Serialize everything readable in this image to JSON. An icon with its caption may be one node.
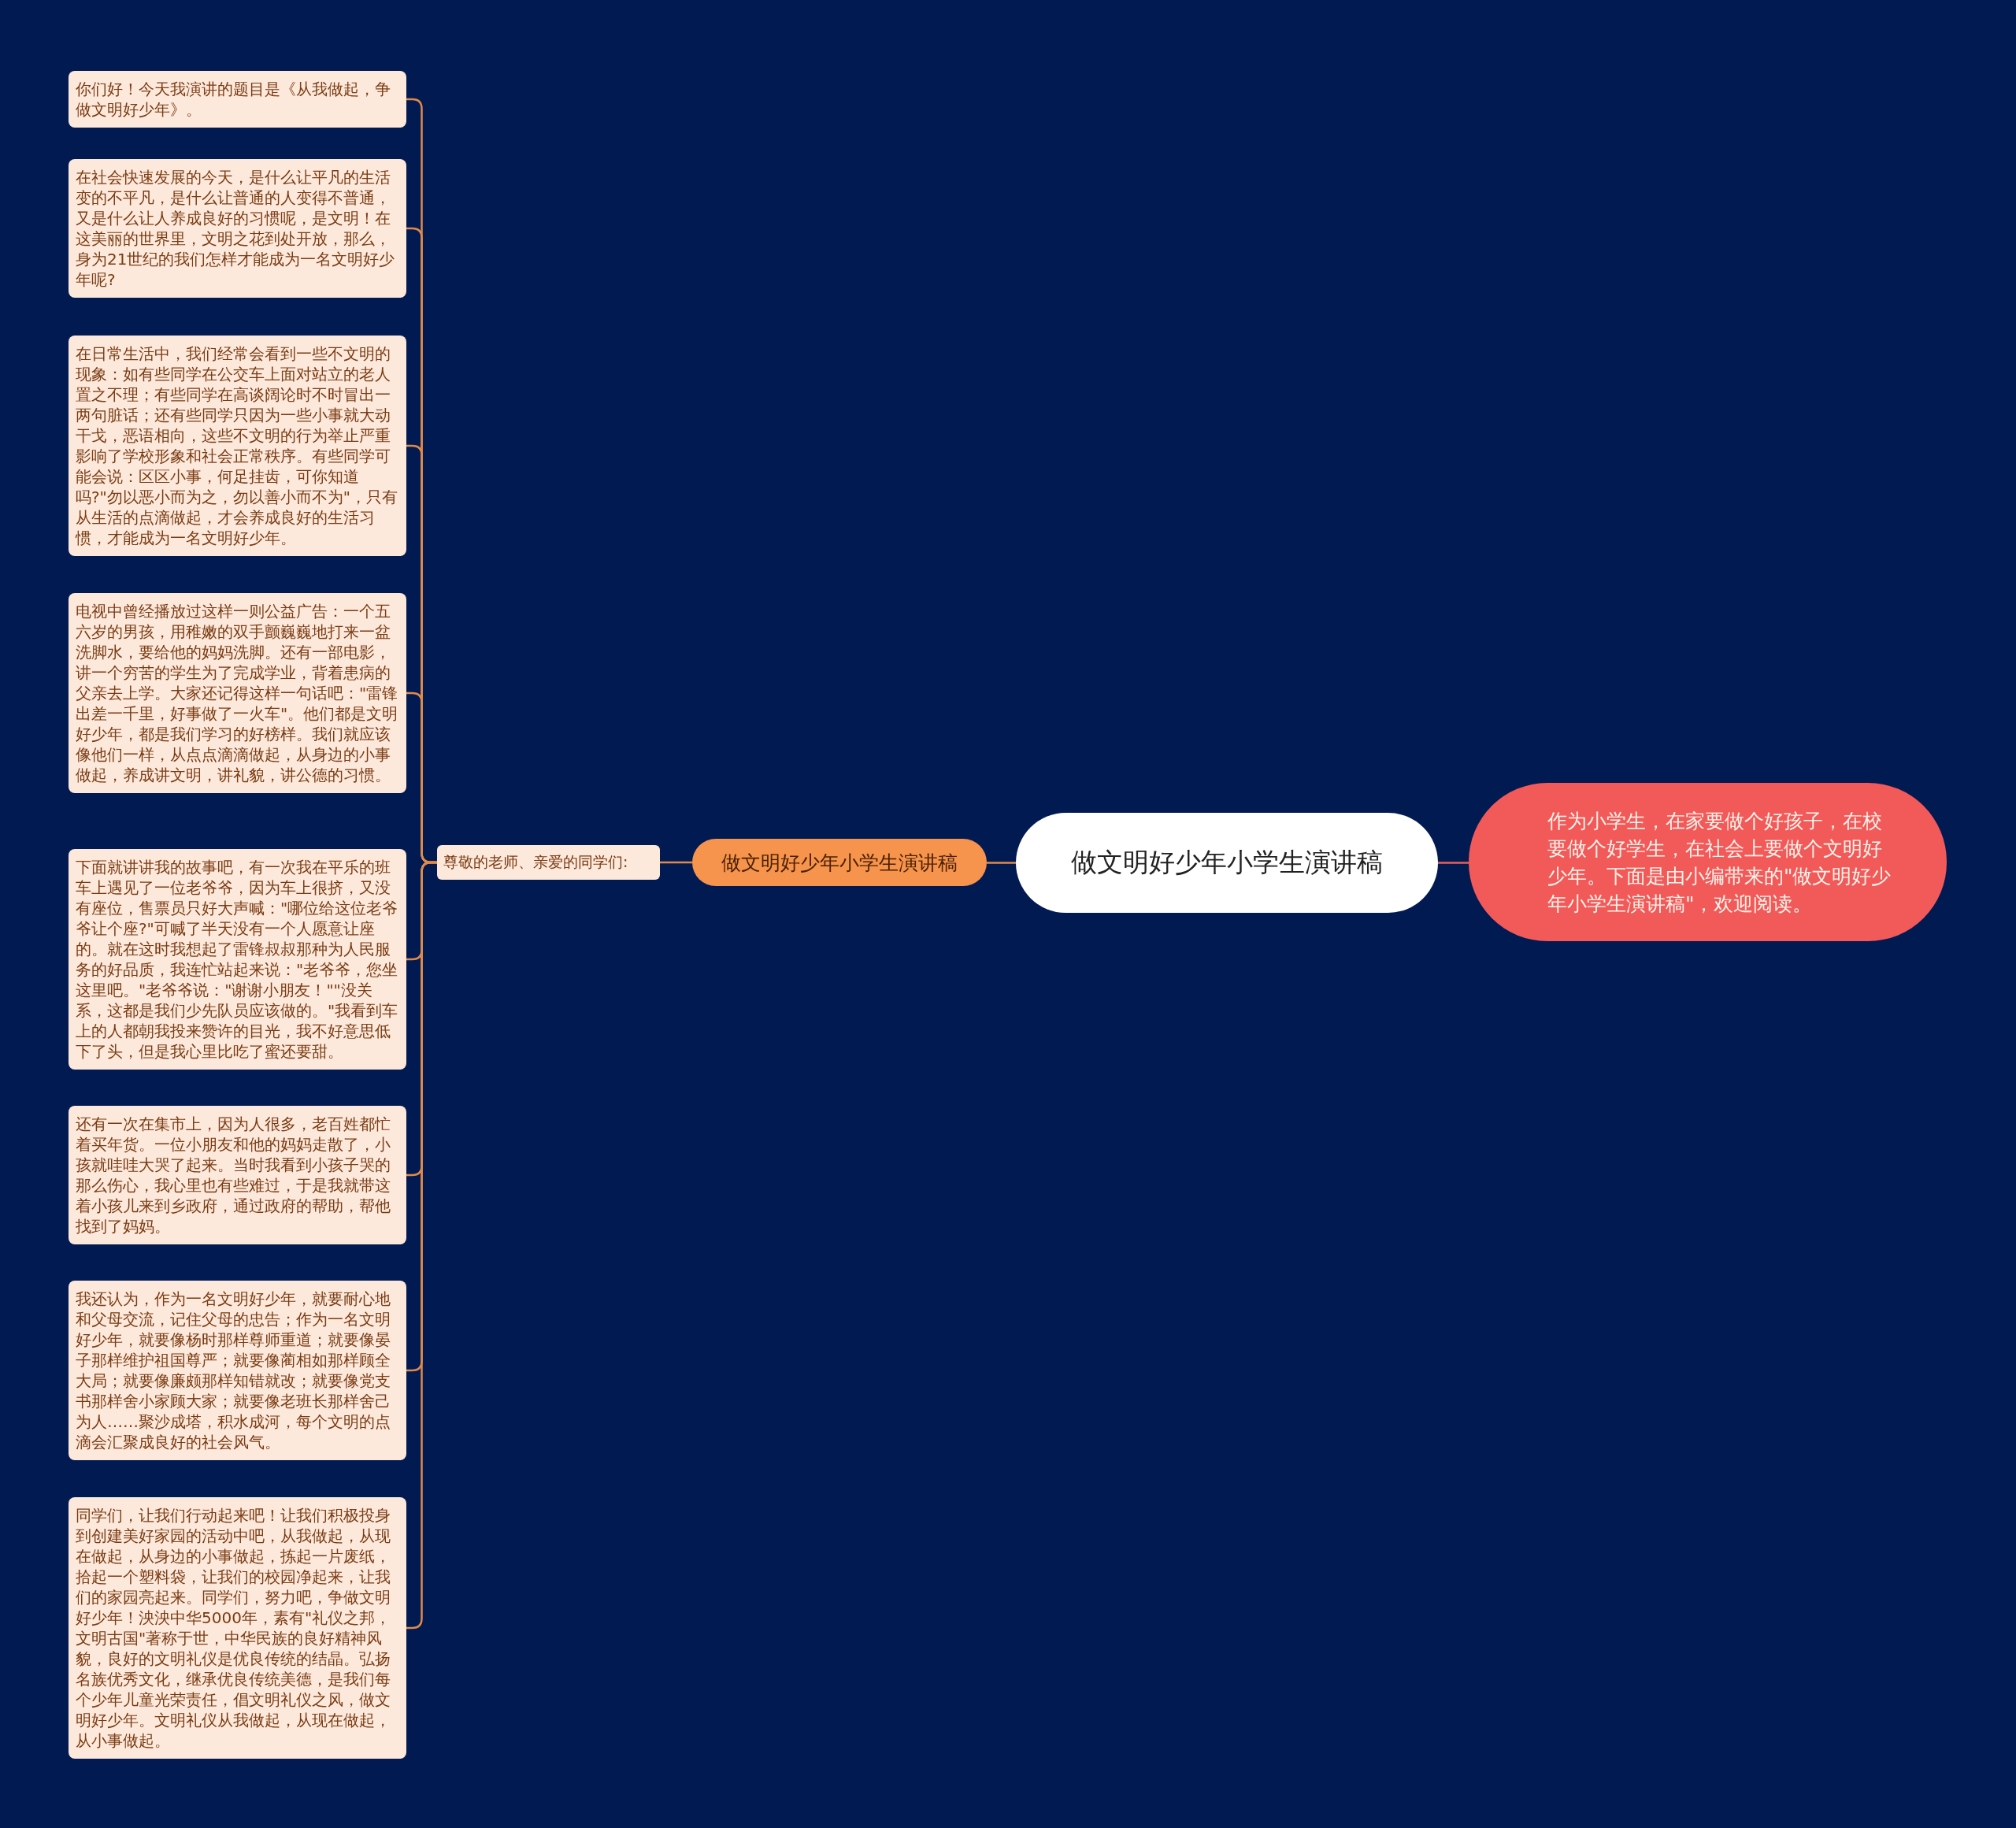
{
  "diagram": {
    "nodes": [
      {
        "text": [
          "做文明好少年小学生演讲稿"
        ]
      },
      {
        "text": [
          "做文明好少年小学生演讲稿"
        ]
      },
      {
        "text": [
          "尊敬的老师、亲爱的同学们:"
        ]
      },
      {
        "text": [
          "你们好！今天我演讲的题目是《从我做起，争做文明好少年》。"
        ]
      },
      {
        "text": [
          "在社会快速发展的今天，是什么让平凡的生活变的不平凡，是什么让普通的人变得不普通，又是什么让人养成良好的习惯呢，是文明！在这美丽的世界里，文明之花到处开放，那么，身为21世纪的我们怎样才能成为一名文明好少年呢?"
        ]
      },
      {
        "text": [
          "在日常生活中，我们经常会看到一些不文明的现象：如有些同学在公交车上面对站立的老人置之不理；有些同学在高谈阔论时不时冒出一两句脏话；还有些同学只因为一些小事就大动干戈，恶语相向，这些不文明的行为举止严重影响了学校形象和社会正常秩序。有些同学可能会说：区区小事，何足挂齿，可你知道吗?\"勿以恶小而为之，勿以善小而不为\"，只有从生活的点滴做起，才会养成良好的生活习惯，才能成为一名文明好少年。"
        ]
      },
      {
        "text": [
          "电视中曾经播放过这样一则公益广告：一个五六岁的男孩，用稚嫩的双手颤巍巍地打来一盆洗脚水，要给他的妈妈洗脚。还有一部电影，讲一个穷苦的学生为了完成学业，背着患病的父亲去上学。大家还记得这样一句话吧：\"雷锋出差一千里，好事做了一火车\"。他们都是文明好少年，都是我们学习的好榜样。我们就应该像他们一样，从点点滴滴做起，从身边的小事做起，养成讲文明，讲礼貌，讲公德的习惯。"
        ]
      },
      {
        "text": [
          "下面就讲讲我的故事吧，有一次我在平乐的班车上遇见了一位老爷爷，因为车上很挤，又没有座位，售票员只好大声喊：\"哪位给这位老爷爷让个座?\"可喊了半天没有一个人愿意让座的。就在这时我想起了雷锋叔叔那种为人民服务的好品质，我连忙站起来说：\"老爷爷，您坐这里吧。\"老爷爷说：\"谢谢小朋友！\"\"没关系，这都是我们少先队员应该做的。\"我看到车上的人都朝我投来赞许的目光，我不好意思低下了头，但是我心里比吃了蜜还要甜。"
        ]
      },
      {
        "text": [
          "还有一次在集市上，因为人很多，老百姓都忙着买年货。一位小朋友和他的妈妈走散了，小孩就哇哇大哭了起来。当时我看到小孩子哭的那么伤心，我心里也有些难过，于是我就带这着小孩儿来到乡政府，通过政府的帮助，帮他找到了妈妈。"
        ]
      },
      {
        "text": [
          "我还认为，作为一名文明好少年，就要耐心地和父母交流，记住父母的忠告；作为一名文明好少年，就要像杨时那样尊师重道；就要像晏子那样维护祖国尊严；就要像蔺相如那样顾全大局；就要像廉颇那样知错就改；就要像党支书那样舍小家顾大家；就要像老班长那样舍己为人……聚沙成塔，积水成河，每个文明的点滴会汇聚成良好的社会风气。"
        ]
      },
      {
        "text": [
          "同学们，让我们行动起来吧！让我们积极投身到创建美好家园的活动中吧，从我做起，从现在做起，从身边的小事做起，拣起一片废纸，拾起一个塑料袋，让我们的校园净起来，让我们的家园亮起来。同学们，努力吧，争做文明好少年！泱泱中华5000年，素有\"礼仪之邦，文明古国\"著称于世，中华民族的良好精神风貌，良好的文明礼仪是优良传统的结晶。弘扬名族优秀文化，继承优良传统美德，是我们每个少年儿童光荣责任，倡文明礼仪之风，做文明好少年。文明礼仪从我做起，从现在做起，从小事做起。"
        ]
      },
      {
        "text": [
          "作为小学生，在家要做个好孩子，在校要做个好学生，在社会上要做个文明好少年。下面是由小编带来的\"做文明好少年小学生演讲稿\"，欢迎阅读。"
        ]
      }
    ],
    "edges": [
      {
        "from": 0,
        "to": 1,
        "arrow": "none"
      },
      {
        "from": 1,
        "to": 2,
        "arrow": "none"
      },
      {
        "from": 2,
        "to": 3,
        "arrow": "none"
      },
      {
        "from": 2,
        "to": 4,
        "arrow": "none"
      },
      {
        "from": 2,
        "to": 5,
        "arrow": "none"
      },
      {
        "from": 2,
        "to": 6,
        "arrow": "none"
      },
      {
        "from": 2,
        "to": 7,
        "arrow": "none"
      },
      {
        "from": 2,
        "to": 8,
        "arrow": "none"
      },
      {
        "from": 2,
        "to": 9,
        "arrow": "none"
      },
      {
        "from": 2,
        "to": 10,
        "arrow": "none"
      },
      {
        "from": 0,
        "to": 11,
        "arrow": "none",
        "color": "#e8605c"
      }
    ]
  }
}
